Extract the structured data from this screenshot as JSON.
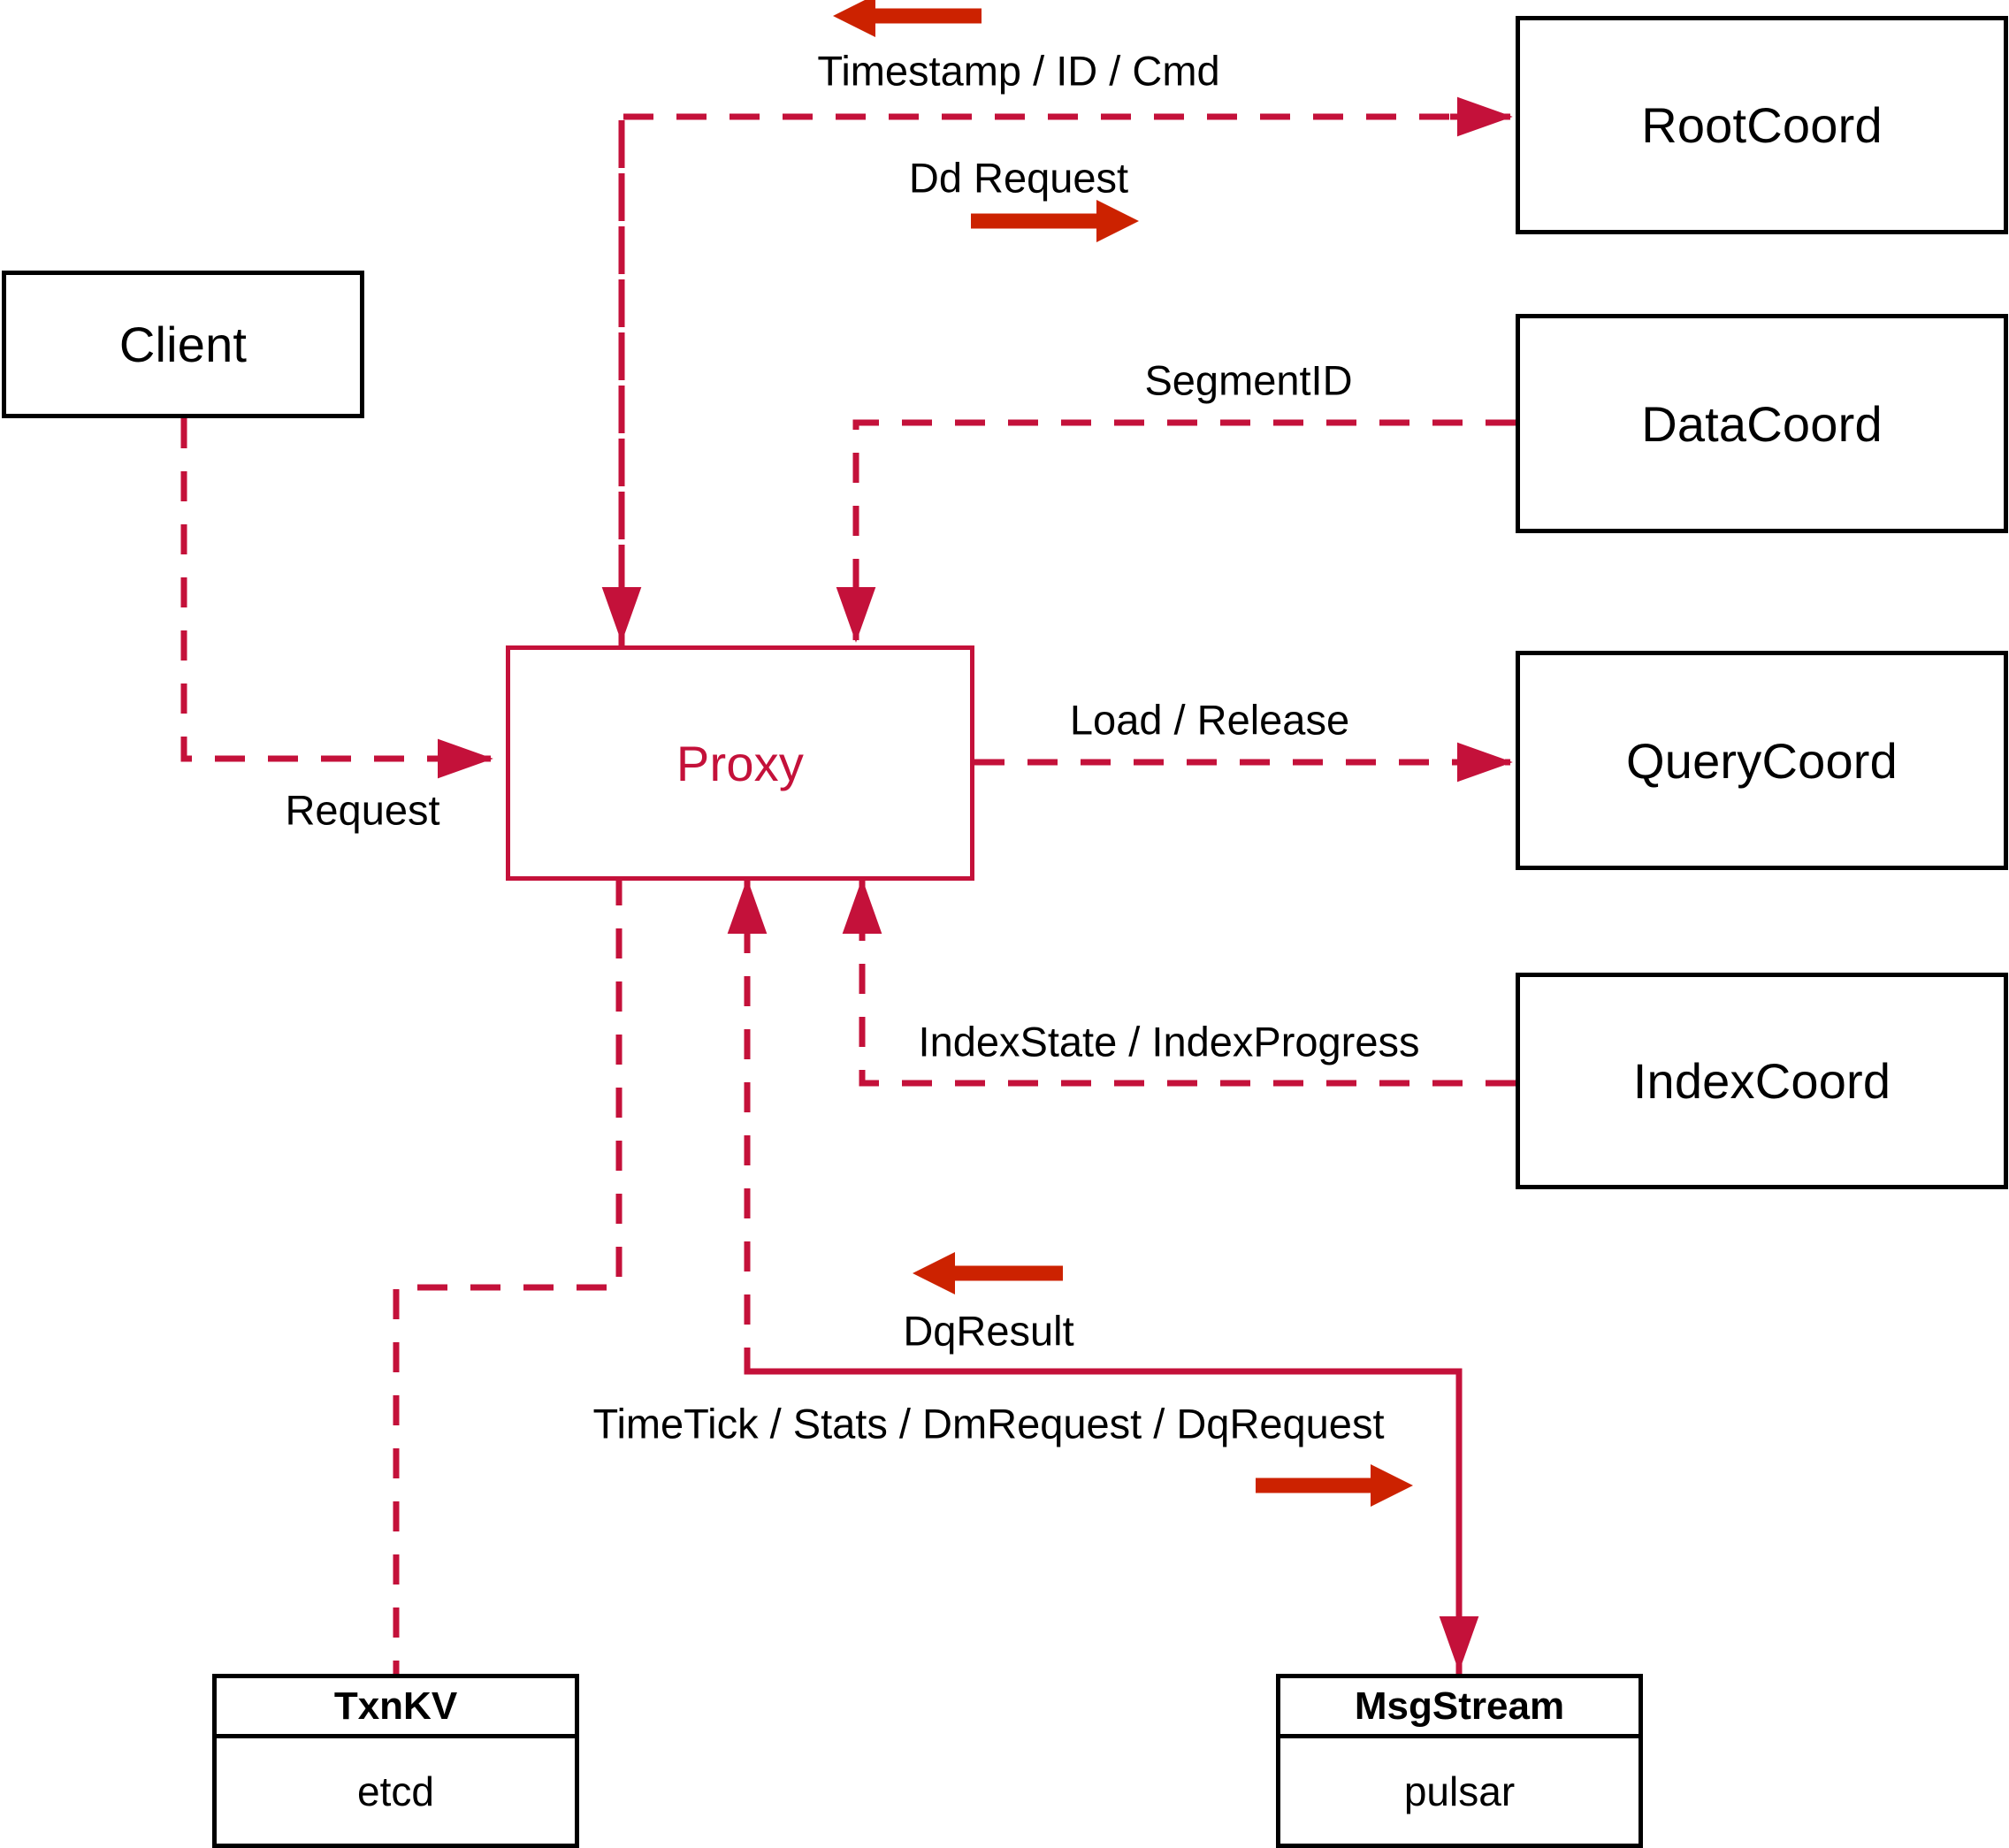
{
  "diagram": {
    "title": "Proxy component interaction diagram",
    "colors": {
      "dashed_line": "#C4113A",
      "solid_arrow": "#CC2200",
      "node_border": "#000000",
      "proxy_border": "#C4113A",
      "proxy_text": "#C4113A",
      "background": "#FFFFFF"
    }
  },
  "nodes": [
    {
      "id": "client",
      "label": "Client"
    },
    {
      "id": "proxy",
      "label": "Proxy"
    },
    {
      "id": "rootcoord",
      "label": "RootCoord"
    },
    {
      "id": "datacoord",
      "label": "DataCoord"
    },
    {
      "id": "querycoord",
      "label": "QueryCoord"
    },
    {
      "id": "indexcoord",
      "label": "IndexCoord"
    }
  ],
  "stack_nodes": [
    {
      "id": "txnkv",
      "header": "TxnKV",
      "body": "etcd"
    },
    {
      "id": "msgstream",
      "header": "MsgStream",
      "body": "pulsar"
    }
  ],
  "edge_labels": [
    {
      "id": "timestamp-id-cmd",
      "text": "Timestamp / ID / Cmd"
    },
    {
      "id": "dd-request",
      "text": "Dd Request"
    },
    {
      "id": "segment-id",
      "text": "SegmentID"
    },
    {
      "id": "load-release",
      "text": "Load / Release"
    },
    {
      "id": "request",
      "text": "Request"
    },
    {
      "id": "index-state",
      "text": "IndexState / IndexProgress"
    },
    {
      "id": "dq-result",
      "text": "DqResult"
    },
    {
      "id": "timetick-stats",
      "text": "TimeTick / Stats / DmRequest / DqRequest"
    }
  ]
}
